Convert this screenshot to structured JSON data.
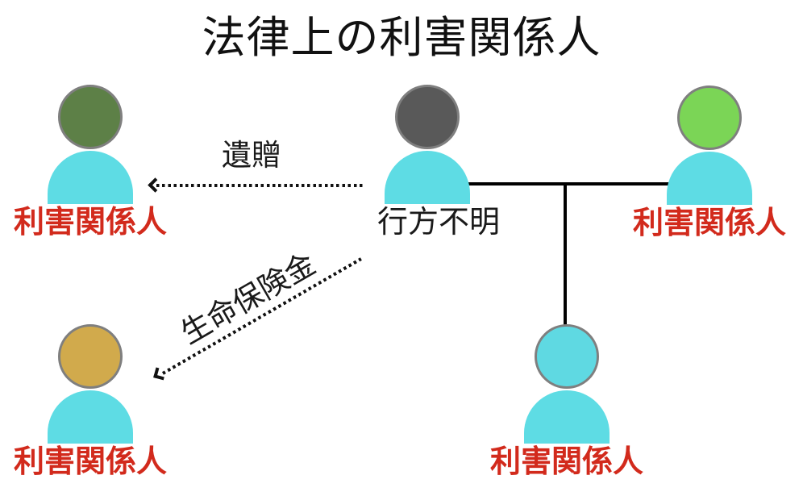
{
  "title": "法律上の利害関係人",
  "colors": {
    "label_red": "#d22a1c",
    "text_black": "#1a1a1a",
    "connector_black": "#111111",
    "body_cyan": "#5edce4",
    "head_border_gray": "#7f7f7f",
    "head_olive_green": "#5d8047",
    "head_dark_gray": "#595959",
    "head_bright_green": "#7bd556",
    "head_tan": "#d1aa4c",
    "head_cyan": "#5fd9e2"
  },
  "persons": {
    "top_left": {
      "label": "利害関係人",
      "head_color": "#5d8047",
      "label_color": "#d22a1c"
    },
    "center": {
      "label": "行方不明",
      "head_color": "#595959",
      "label_color": "#1a1a1a"
    },
    "top_right": {
      "label": "利害関係人",
      "head_color": "#7bd556",
      "label_color": "#d22a1c"
    },
    "bottom_left": {
      "label": "利害関係人",
      "head_color": "#d1aa4c",
      "label_color": "#d22a1c"
    },
    "bottom_center": {
      "label": "利害関係人",
      "head_color": "#5fd9e2",
      "label_color": "#d22a1c"
    }
  },
  "arrows": {
    "bequest": {
      "label": "遺贈"
    },
    "life_insurance": {
      "label": "生命保険金"
    }
  }
}
